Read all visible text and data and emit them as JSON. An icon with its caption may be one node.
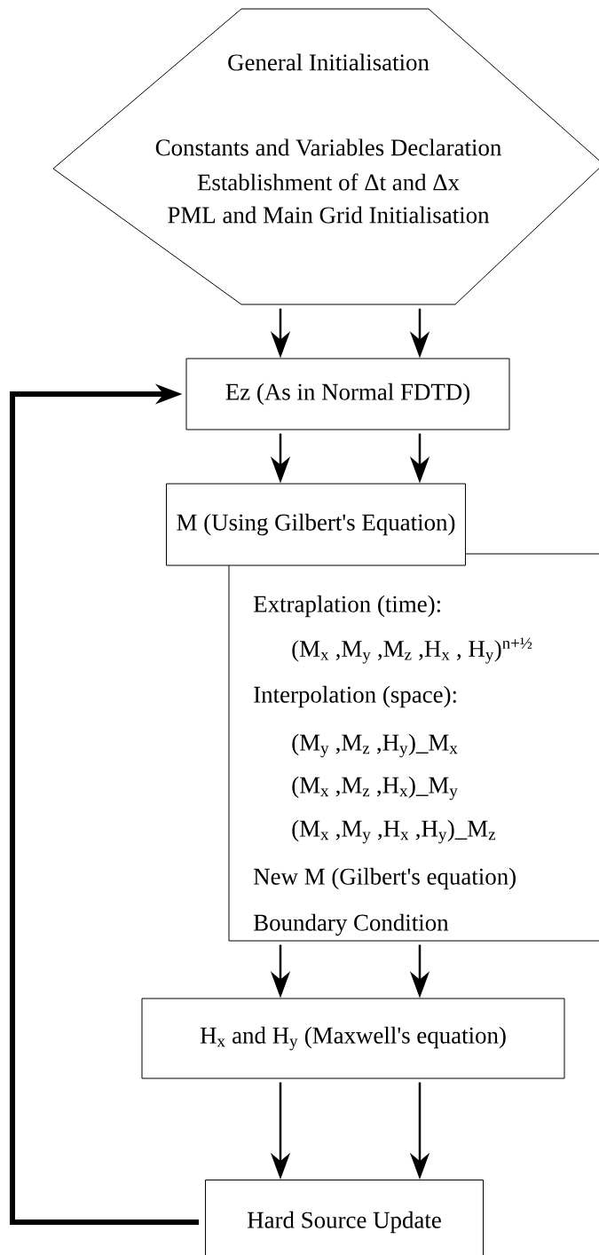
{
  "diagram": {
    "nodes": [
      {
        "text": [
          "General Initialisation",
          "Constants and Variables Declaration",
          "Establishment of Δt and Δx",
          "PML and Main Grid Initialisation"
        ]
      },
      {
        "text": [
          "Ez (As in Normal FDTD)"
        ]
      },
      {
        "text": [
          "M (Using Gilbert's Equation)"
        ]
      },
      {
        "text": [
          "Extraplation (time):",
          "(M$_{x}$ ,M$_{y}$ ,M$_{z}$ ,H$_{x}$ , H$_{y}$)$^{n+½}$",
          "Interpolation (space):",
          "(M$_{y}$ ,M$_{z}$ ,H$_{y}$)_M$_{x}$",
          "(M$_{x}$ ,M$_{z}$ ,H$_{x}$)_M$_{y}$",
          "(M$_{x}$ ,M$_{y}$ ,H$_{x}$ ,H$_{y}$)_M$_{z}$",
          "New M (Gilbert's equation)",
          "Boundary Condition"
        ]
      },
      {
        "text": [
          "H$_{x}$ and H$_{y}$ (Maxwell's equation)"
        ]
      },
      {
        "text": [
          "Hard Source Update"
        ]
      }
    ],
    "edges": [
      {
        "from": 0,
        "to": 1,
        "arrow": "to"
      },
      {
        "from": 0,
        "to": 1,
        "arrow": "to"
      },
      {
        "from": 1,
        "to": 2,
        "arrow": "to"
      },
      {
        "from": 1,
        "to": 2,
        "arrow": "to"
      },
      {
        "from": 3,
        "to": 4,
        "arrow": "to"
      },
      {
        "from": 3,
        "to": 4,
        "arrow": "to"
      },
      {
        "from": 4,
        "to": 5,
        "arrow": "to"
      },
      {
        "from": 4,
        "to": 5,
        "arrow": "to"
      },
      {
        "from": 5,
        "to": 1,
        "arrow": "to",
        "style": "thick"
      }
    ]
  }
}
